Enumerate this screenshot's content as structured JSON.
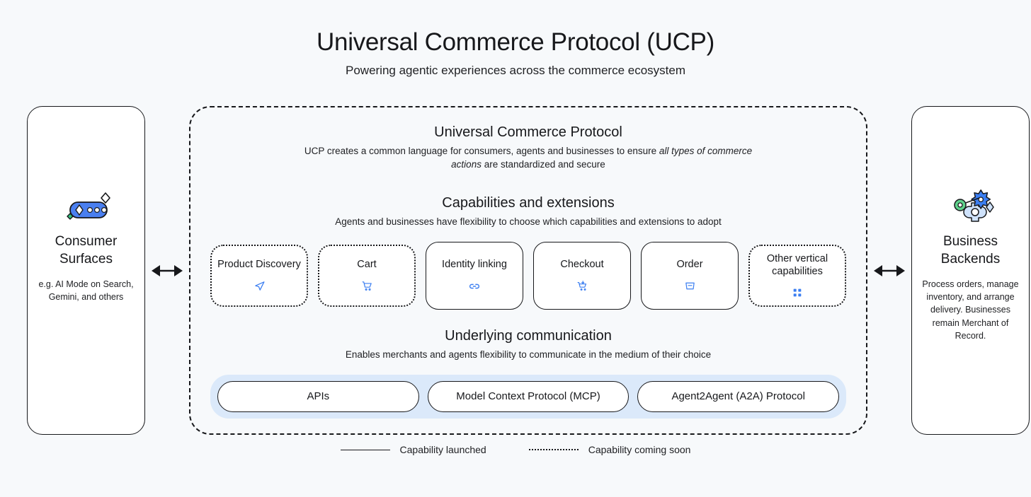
{
  "header": {
    "title": "Universal Commerce Protocol (UCP)",
    "subtitle": "Powering agentic experiences across the commerce ecosystem"
  },
  "left_panel": {
    "icon": "ai-chat-pill-sparkle-icon",
    "title": "Consumer\nSurfaces",
    "title_line1": "Consumer",
    "title_line2": "Surfaces",
    "description": "e.g. AI Mode on Search, Gemini, and others"
  },
  "right_panel": {
    "icon": "gears-sparkle-icon",
    "title_line1": "Business",
    "title_line2": "Backends",
    "description": "Process orders, manage inventory, and arrange delivery. Businesses remain Merchant of Record."
  },
  "arrows": {
    "left_arrow": "bidirectional-arrow-icon",
    "right_arrow": "bidirectional-arrow-icon"
  },
  "ucp": {
    "title": "Universal Commerce Protocol",
    "subtitle_part1": "UCP creates a common language for consumers, agents and businesses to ensure ",
    "subtitle_emphasis": "all types of commerce actions",
    "subtitle_part2": " are standardized and secure",
    "capabilities_title": "Capabilities and extensions",
    "capabilities_subtitle": "Agents and businesses have flexibility to choose which capabilities and extensions to adopt",
    "communication_title": "Underlying communication",
    "communication_subtitle": "Enables merchants and agents flexibility to communicate in the medium of their choice"
  },
  "capabilities": [
    {
      "label": "Product Discovery",
      "status": "soon",
      "icon": "send-arrow-icon"
    },
    {
      "label": "Cart",
      "status": "soon",
      "icon": "shopping-cart-icon"
    },
    {
      "label": "Identity linking",
      "status": "launched",
      "icon": "link-icon"
    },
    {
      "label": "Checkout",
      "status": "launched",
      "icon": "cart-checkout-icon"
    },
    {
      "label": "Order",
      "status": "launched",
      "icon": "basket-icon"
    },
    {
      "label": "Other vertical capabilities",
      "status": "soon",
      "icon": "grid-dots-icon"
    }
  ],
  "protocols": [
    {
      "label": "APIs"
    },
    {
      "label": "Model Context Protocol (MCP)"
    },
    {
      "label": "Agent2Agent (A2A) Protocol"
    }
  ],
  "legend": [
    {
      "label": "Capability launched",
      "style": "solid"
    },
    {
      "label": "Capability coming soon",
      "style": "dotted"
    }
  ],
  "colors": {
    "background": "#f7f9fb",
    "accent_blue": "#3b7ef1",
    "protocol_strip": "#dbe9fa",
    "outline": "#17181b",
    "green": "#34c07c"
  }
}
